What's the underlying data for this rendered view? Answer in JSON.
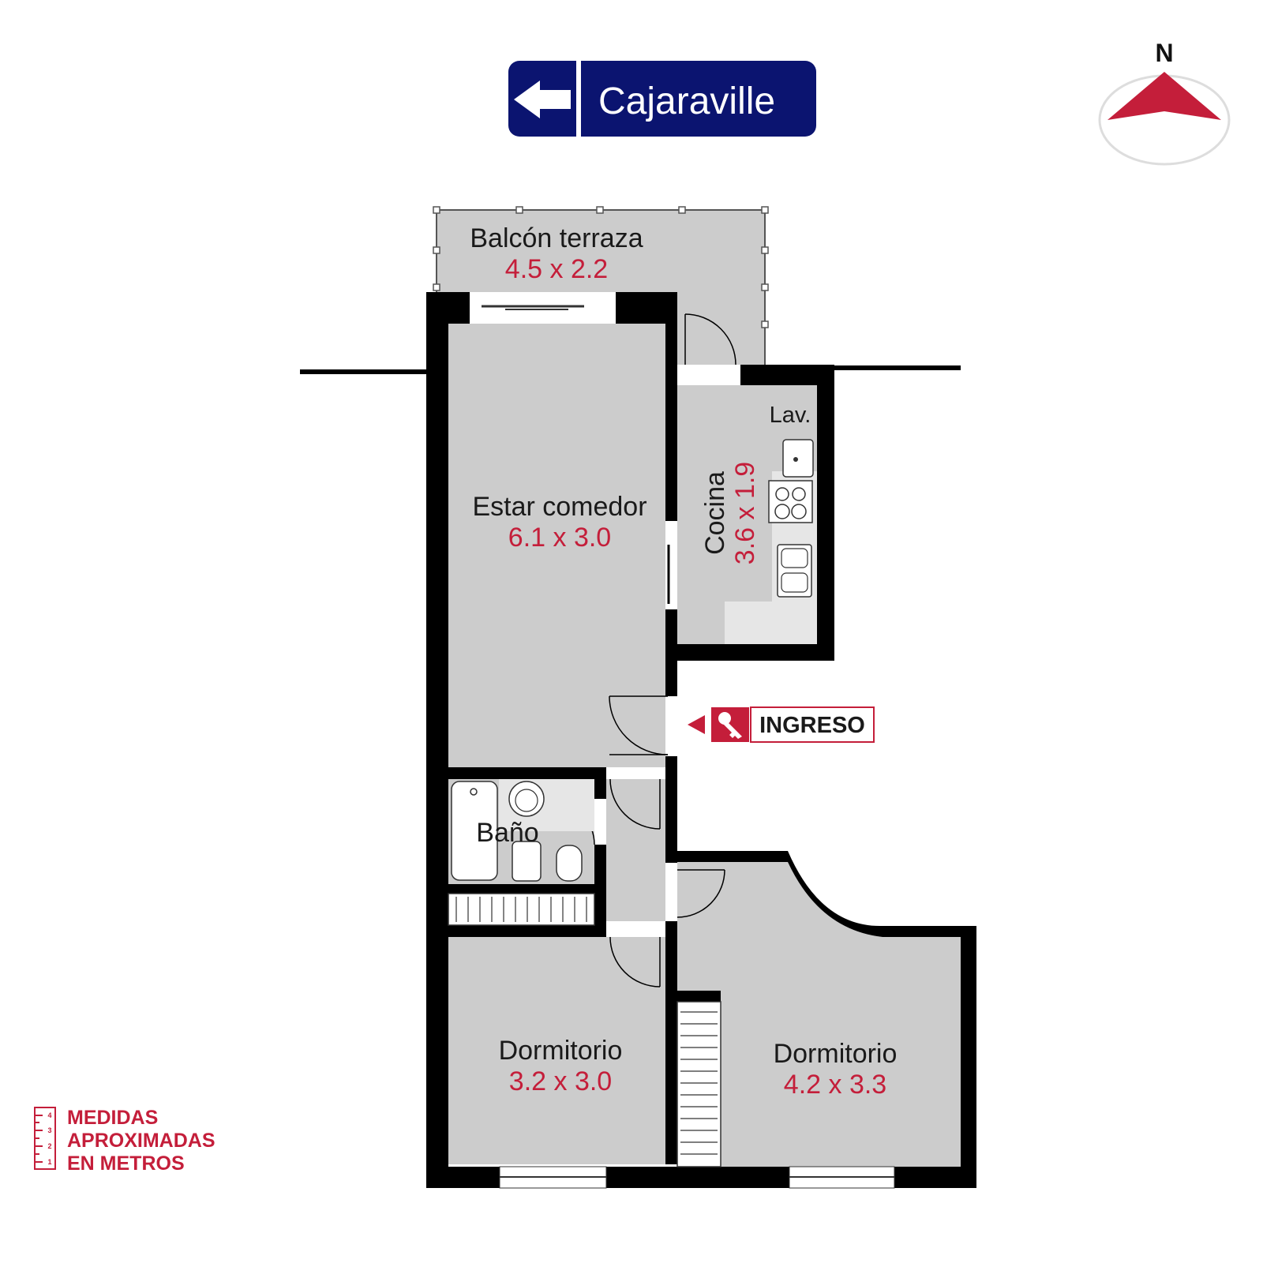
{
  "street": {
    "name": "Cajaraville",
    "color": "#0b1470"
  },
  "compass": {
    "label": "N",
    "color": "#c41e3a"
  },
  "rooms": [
    {
      "id": "balcony",
      "name": "Balcón terraza",
      "dims": "4.5 x 2.2"
    },
    {
      "id": "living",
      "name": "Estar comedor",
      "dims": "6.1 x 3.0"
    },
    {
      "id": "kitchen",
      "name": "Cocina",
      "dims": "3.6 x 1.9"
    },
    {
      "id": "laundry",
      "name": "Lav."
    },
    {
      "id": "bathroom",
      "name": "Baño"
    },
    {
      "id": "bedroom1",
      "name": "Dormitorio",
      "dims": "3.2 x 3.0"
    },
    {
      "id": "bedroom2",
      "name": "Dormitorio",
      "dims": "4.2 x 3.3"
    }
  ],
  "entrance": {
    "label": "INGRESO",
    "icon": "key-icon"
  },
  "legend": {
    "line1": "MEDIDAS",
    "line2": "APROXIMADAS",
    "line3": "EN METROS",
    "ruler_marks": [
      "4",
      "3",
      "2",
      "1"
    ],
    "icon": "ruler-icon"
  },
  "colors": {
    "accent": "#c41e3a",
    "wall": "#000000",
    "floor": "#cccccc",
    "fixture": "#e6e6e6"
  }
}
